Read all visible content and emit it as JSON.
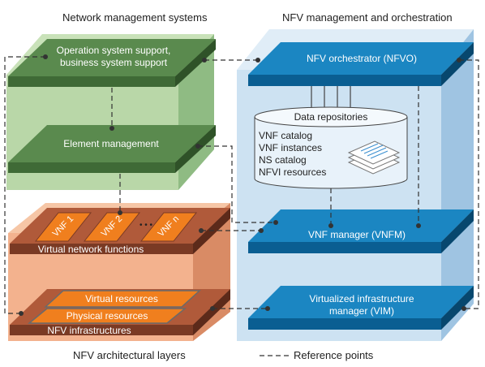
{
  "titles": {
    "nms": "Network management systems",
    "mano": "NFV management and orchestration",
    "layers": "NFV architectural layers"
  },
  "legend": {
    "label": "Reference points"
  },
  "nms": {
    "oss_line1": "Operation system support,",
    "oss_line2": "business system support",
    "element_management": "Element management"
  },
  "layers": {
    "vnf_items": [
      "VNF 1",
      "VNF 2",
      "VNF n"
    ],
    "ellipsis": "• • •",
    "vnf_label": "Virtual network functions",
    "virtual_resources": "Virtual resources",
    "physical_resources": "Physical resources",
    "nfvi_label": "NFV infrastructures"
  },
  "mano": {
    "nfvo": "NFV orchestrator (NFVO)",
    "repo_title": "Data repositories",
    "repo_items": [
      "VNF catalog",
      "VNF instances",
      "NS catalog",
      "NFVI resources"
    ],
    "vnfm": "VNF manager (VNFM)",
    "vim_line1": "Virtualized infrastructure",
    "vim_line2": "manager (VIM)"
  },
  "colors": {
    "nms_box": "#b9d7a8",
    "nms_side": "#8fbb83",
    "nms_top": "#5a8a4e",
    "nms_front": "#3f6a36",
    "layers_box": "#f3b28e",
    "layers_side": "#d98b65",
    "layer_top": "#b05a3a",
    "layer_front": "#7a3a24",
    "item_orange": "#f07f1e",
    "mano_box": "#cde2f2",
    "mano_side": "#9fc4e2",
    "blue_top": "#1b86c2",
    "blue_front": "#0a5e92"
  }
}
